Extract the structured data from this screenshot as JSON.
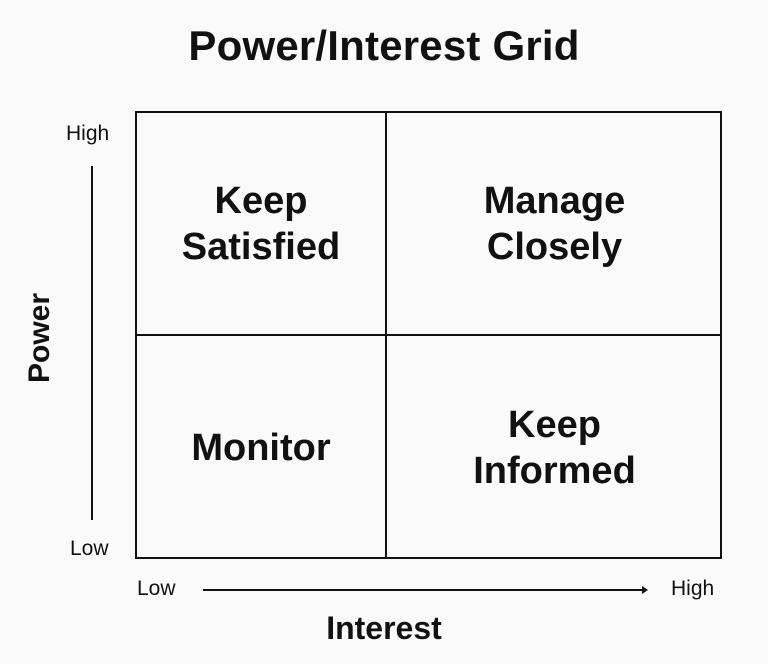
{
  "title": "Power/Interest Grid",
  "axes": {
    "y": {
      "label": "Power",
      "high": "High",
      "low": "Low"
    },
    "x": {
      "label": "Interest",
      "low": "Low",
      "high": "High"
    }
  },
  "quadrants": {
    "top_left": "Keep\nSatisfied",
    "top_right": "Manage\nClosely",
    "bottom_left": "Monitor",
    "bottom_right": "Keep\nInformed"
  },
  "colors": {
    "ink": "#111111",
    "background": "#fafafa"
  }
}
